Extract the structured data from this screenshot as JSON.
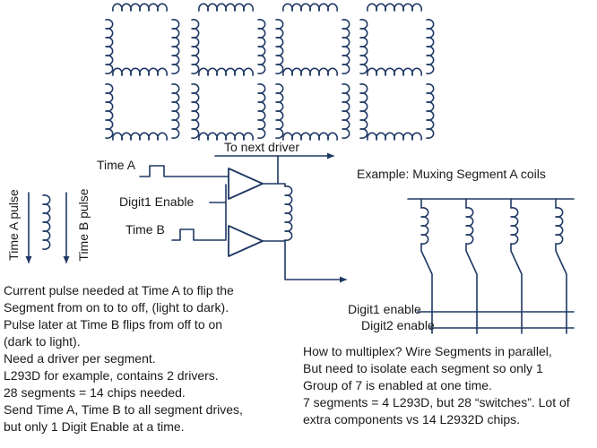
{
  "colors": {
    "ink": "#1f3864",
    "text": "#1a1a1a",
    "background": "#ffffff"
  },
  "labels": {
    "to_next_driver": "To next driver",
    "time_a": "Time A",
    "digit1_enable": "Digit1 Enable",
    "time_b": "Time B",
    "time_a_pulse": "Time A pulse",
    "time_b_pulse": "Time B pulse",
    "example_heading": "Example: Muxing Segment A coils",
    "mux_digit1_enable": "Digit1 enable",
    "mux_digit2_enable": "Digit2 enable"
  },
  "notes_left": {
    "lines": [
      "Current pulse needed at Time A to flip the",
      "Segment from on to to off, (light to dark).",
      "Pulse later at Time B flips from off to on",
      "(dark to light).",
      "Need a driver per segment.",
      "L293D for example, contains 2 drivers.",
      "28 segments = 14 chips needed.",
      "Send Time A, Time B to all segment drives,",
      "but only 1 Digit Enable at a time."
    ]
  },
  "notes_right": {
    "lines": [
      "How to multiplex? Wire Segments in parallel,",
      "But need to isolate each segment so only 1",
      "Group of 7 is enabled at one time.",
      "7 segments = 4 L293D, but 28 “switches”. Lot of",
      "extra components vs 14 L2932D chips."
    ]
  }
}
